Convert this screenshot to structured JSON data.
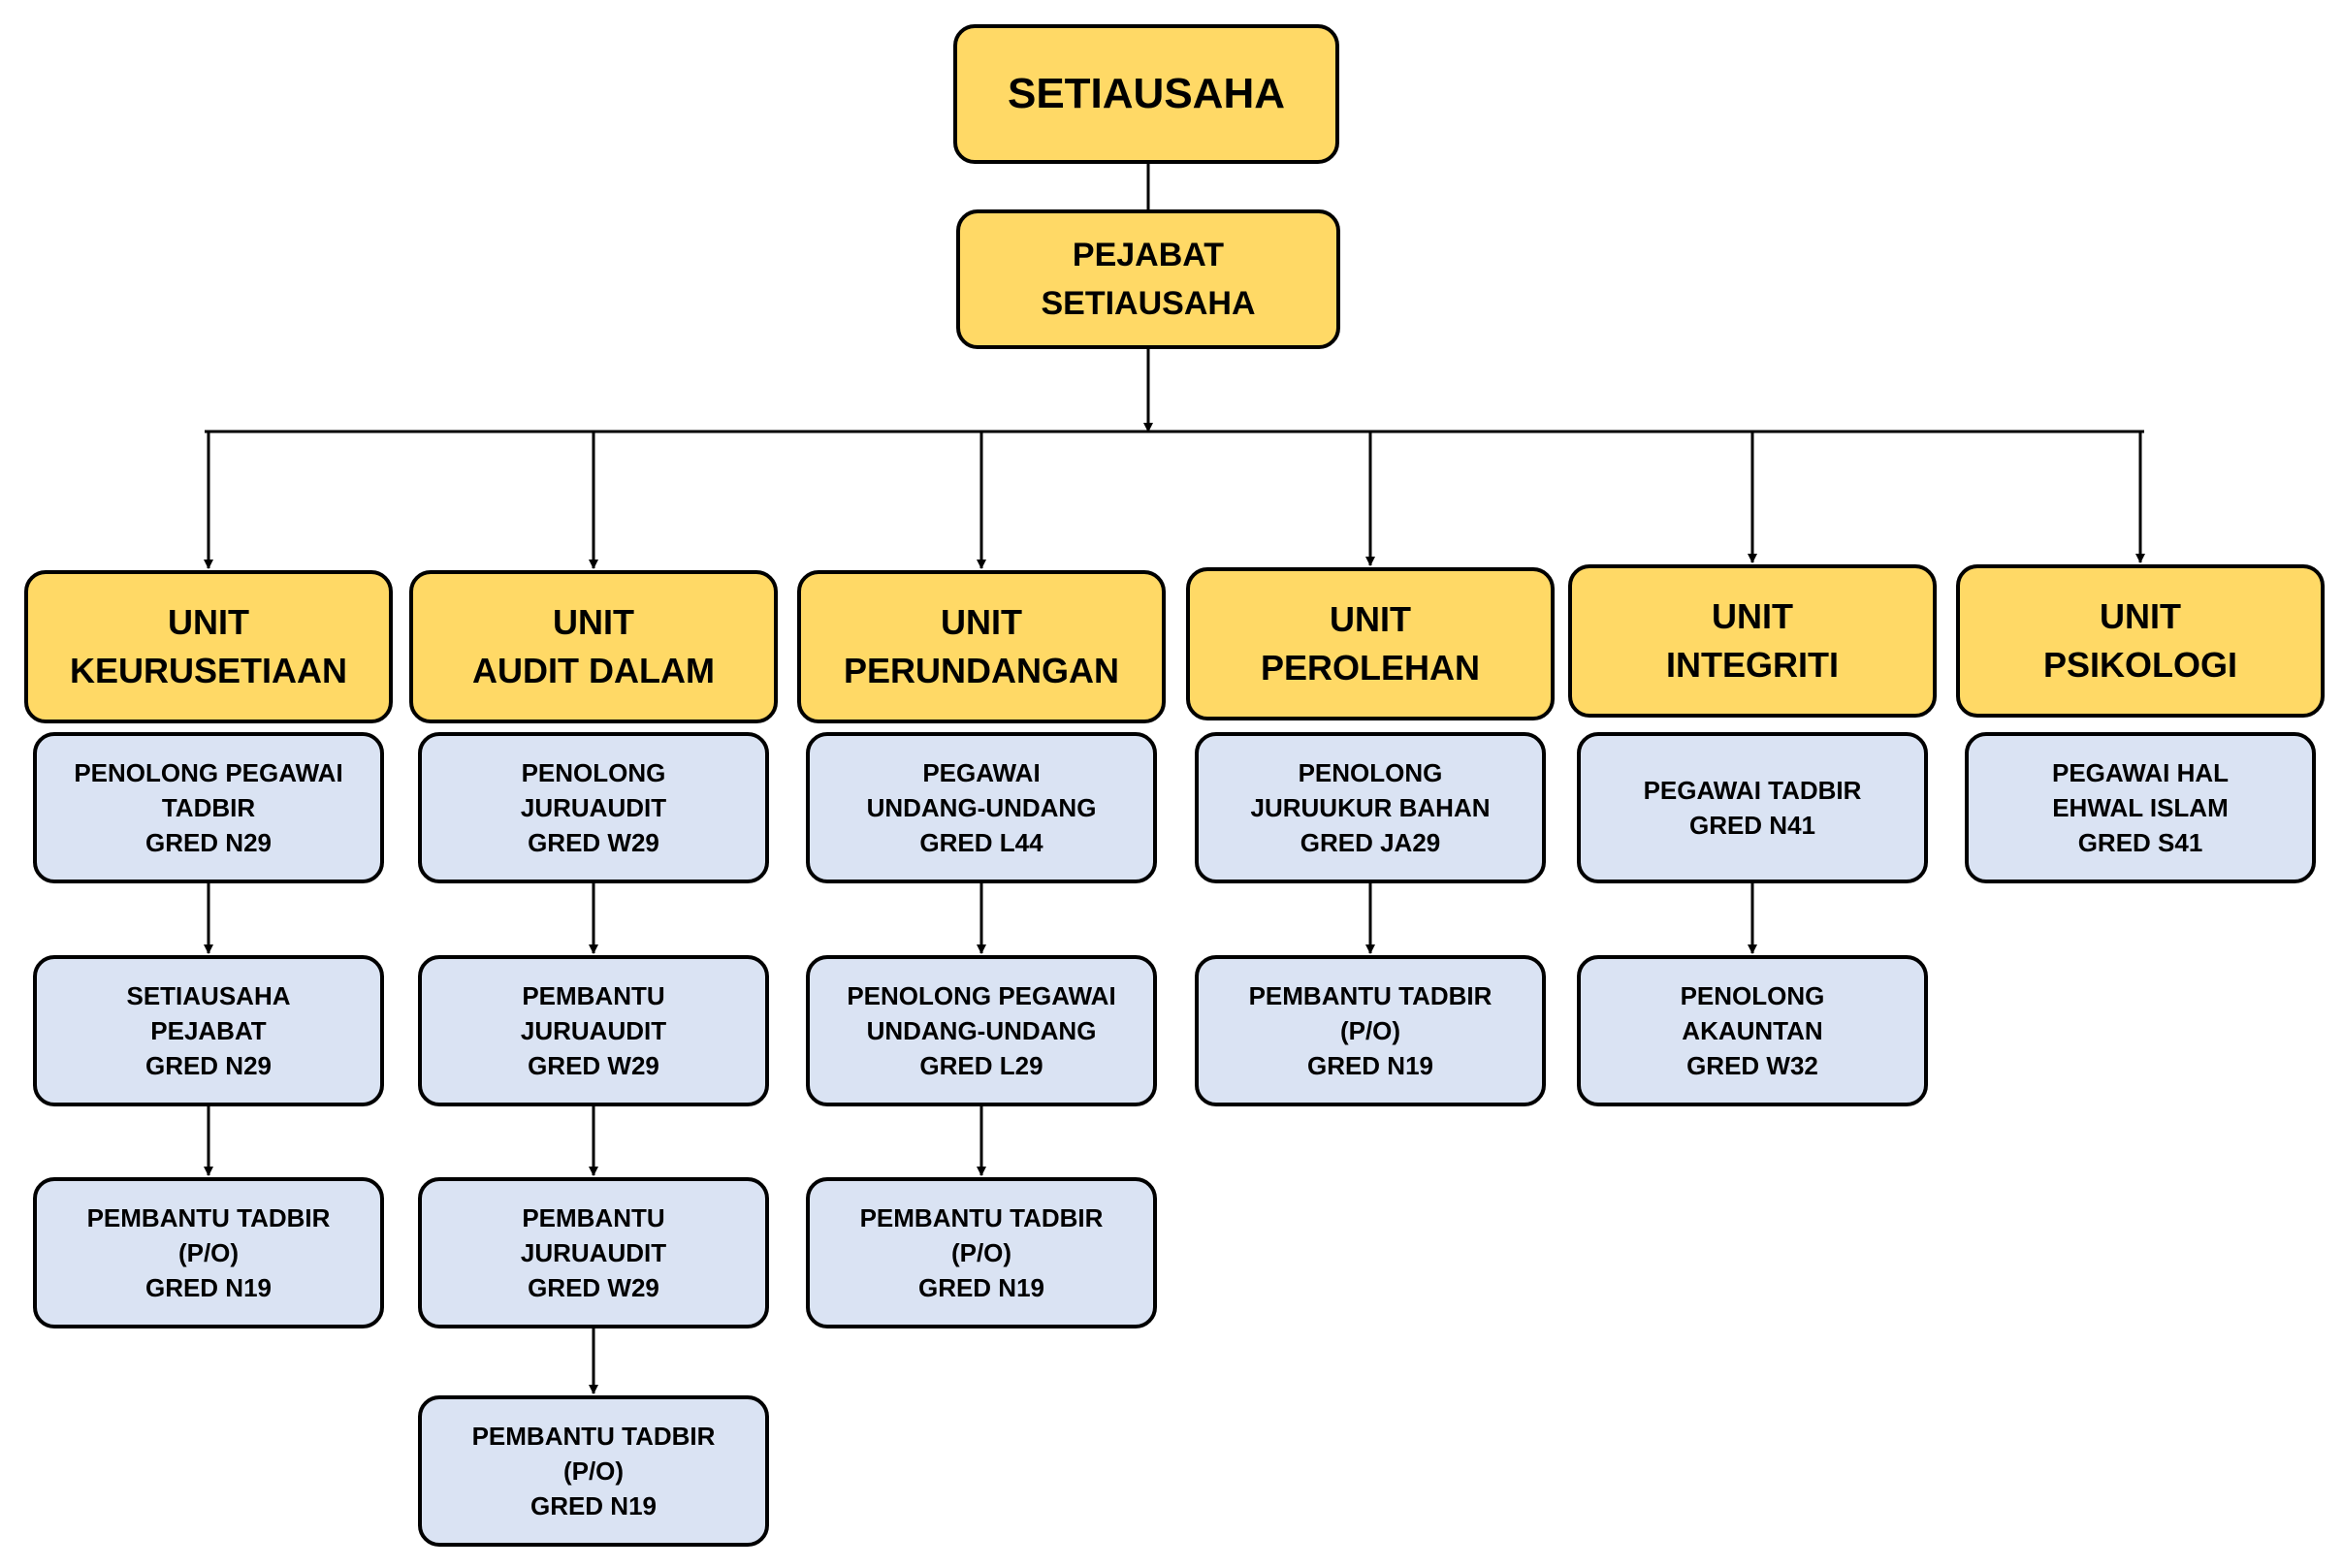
{
  "root": {
    "title": "SETIAUSAHA"
  },
  "office": {
    "title": "PEJABAT\nSETIAUSAHA"
  },
  "units": [
    {
      "title": "UNIT\nKEURUSETIAAN",
      "positions": [
        "PENOLONG PEGAWAI\nTADBIR\nGRED N29",
        "SETIAUSAHA\nPEJABAT\nGRED N29",
        "PEMBANTU TADBIR\n(P/O)\nGRED N19"
      ]
    },
    {
      "title": "UNIT\nAUDIT DALAM",
      "positions": [
        "PENOLONG\nJURUAUDIT\nGRED W29",
        "PEMBANTU\nJURUAUDIT\nGRED W29",
        "PEMBANTU\nJURUAUDIT\nGRED W29",
        "PEMBANTU TADBIR\n(P/O)\nGRED N19"
      ]
    },
    {
      "title": "UNIT\nPERUNDANGAN",
      "positions": [
        "PEGAWAI\nUNDANG-UNDANG\nGRED L44",
        "PENOLONG PEGAWAI\nUNDANG-UNDANG\nGRED L29",
        "PEMBANTU TADBIR\n(P/O)\nGRED N19"
      ]
    },
    {
      "title": "UNIT\nPEROLEHAN",
      "positions": [
        "PENOLONG\nJURUUKUR BAHAN\nGRED JA29",
        "PEMBANTU TADBIR\n(P/O)\nGRED N19"
      ]
    },
    {
      "title": "UNIT\nINTEGRITI",
      "positions": [
        "PEGAWAI TADBIR\nGRED N41",
        "PENOLONG\nAKAUNTAN\nGRED W32"
      ]
    },
    {
      "title": "UNIT\nPSIKOLOGI",
      "positions": [
        "PEGAWAI HAL\nEHWAL ISLAM\nGRED S41"
      ]
    }
  ],
  "colors": {
    "header": "#ffd966",
    "position": "#dae3f3",
    "border": "#000000"
  }
}
